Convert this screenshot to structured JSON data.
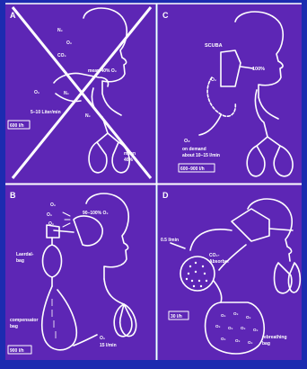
{
  "colors": {
    "background": "#1c2bb0",
    "panel_fill": "#5d26b5",
    "line": "#ffffff"
  },
  "panels": {
    "A": {
      "letter": "A",
      "n2_top": "N₂",
      "o2_top": "O₂",
      "co2": "CO₂",
      "mean_o2": "mean 40% O₂",
      "o2_left": "O₂",
      "n2_left": "N₂",
      "flow": "5–10 Liter/min",
      "n2_bottom": "N₂",
      "box": "600 l/h",
      "mean_bag_1": "mean",
      "mean_bag_2": "40%"
    },
    "B": {
      "letter": "B",
      "o2_1": "O₂",
      "o2_2": "O₂",
      "o2_3": "O₂",
      "o2_range": "90–100% O₂",
      "laerdal_1": "Laerdal-",
      "laerdal_2": "bag",
      "compensator_1": "compensator",
      "compensator_2": "bag",
      "o2_flow": "O₂",
      "flow_value": "15 l/min",
      "box": "900 l/h"
    },
    "C": {
      "letter": "C",
      "scuba": "SCUBA",
      "percent": "100%",
      "o2_side": "O₂",
      "o2_inlet": "O₂",
      "on_demand_1": "on demand",
      "on_demand_2": "about 10–15 l/min",
      "box": "600–900 l/h"
    },
    "D": {
      "letter": "D",
      "flow": "0.5 l/min",
      "absorber_1": "CO₂-",
      "absorber_2": "Absorber",
      "box": "30 l/h",
      "rebreathing_1": "rebreathing",
      "rebreathing_2": "bag",
      "bag_o2": "O₂"
    }
  }
}
